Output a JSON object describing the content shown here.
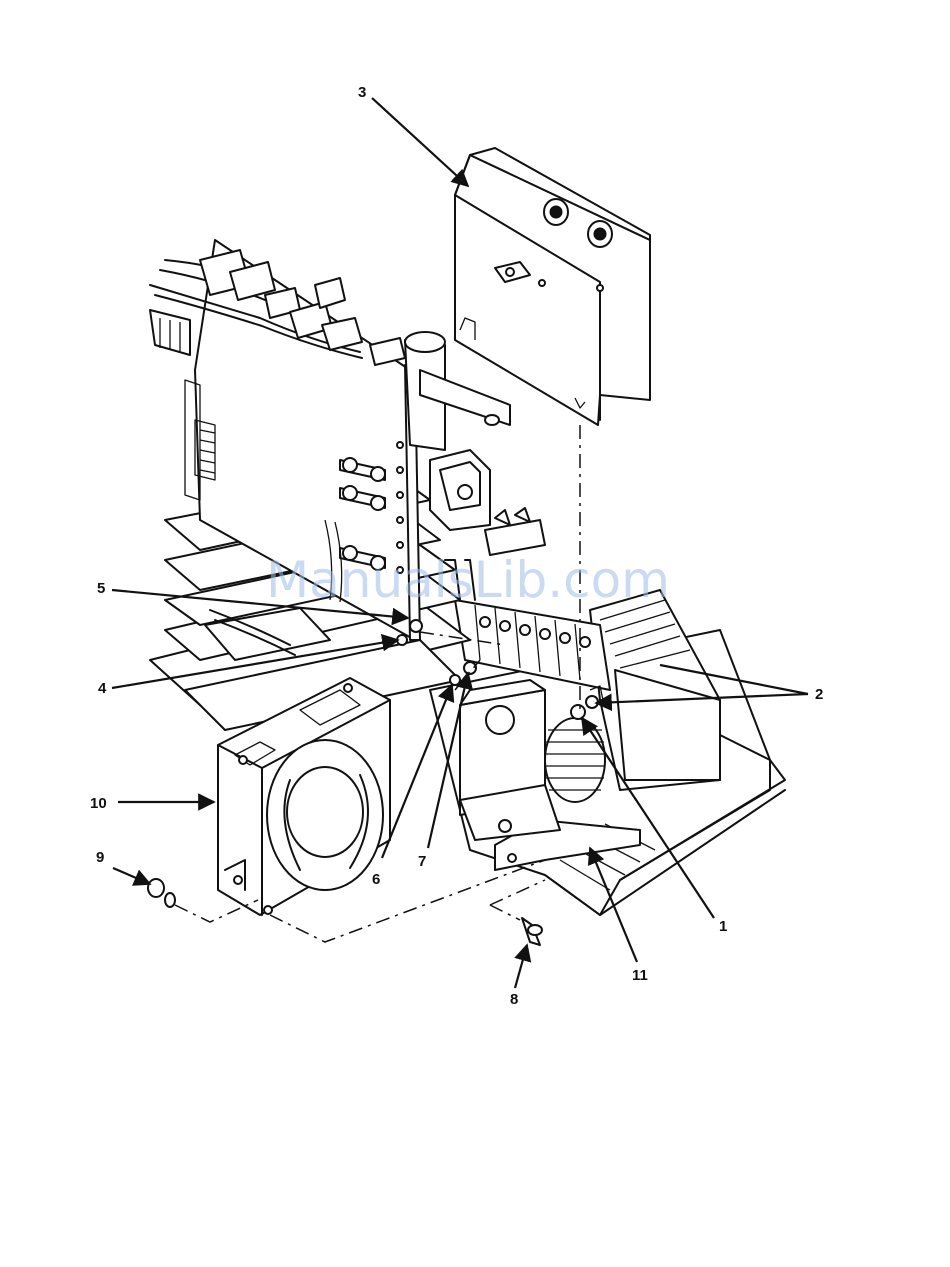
{
  "watermark": "ManualsLib.com",
  "callouts": [
    {
      "label": "1"
    },
    {
      "label": "2"
    },
    {
      "label": "3"
    },
    {
      "label": "4"
    },
    {
      "label": "5"
    },
    {
      "label": "6"
    },
    {
      "label": "7"
    },
    {
      "label": "8"
    },
    {
      "label": "9"
    },
    {
      "label": "10"
    },
    {
      "label": "11"
    }
  ],
  "colors": {
    "ink": "#111111",
    "watermark": "#9fbce9"
  }
}
